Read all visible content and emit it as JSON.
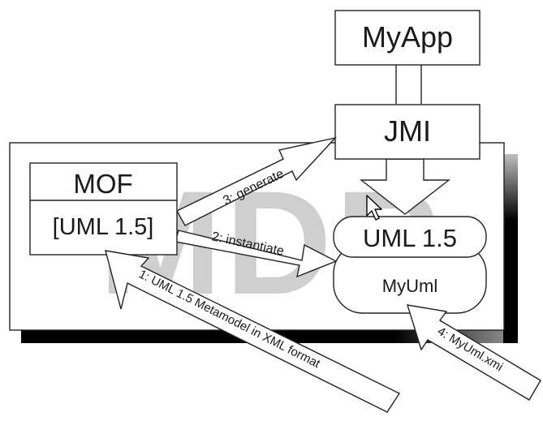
{
  "diagram": {
    "watermark": "MDR",
    "boxes": {
      "myapp": "MyApp",
      "jmi": "JMI",
      "mof_title": "MOF",
      "mof_content": "[UML 1.5]",
      "uml_title": "UML 1.5",
      "myuml": "MyUml"
    },
    "arrows": {
      "generate": "3: generate",
      "instantiate": "2: instantiate",
      "metamodel": "1: UML 1.5 Metamodel in XML format",
      "xmi": "4: MyUml.xmi"
    }
  }
}
